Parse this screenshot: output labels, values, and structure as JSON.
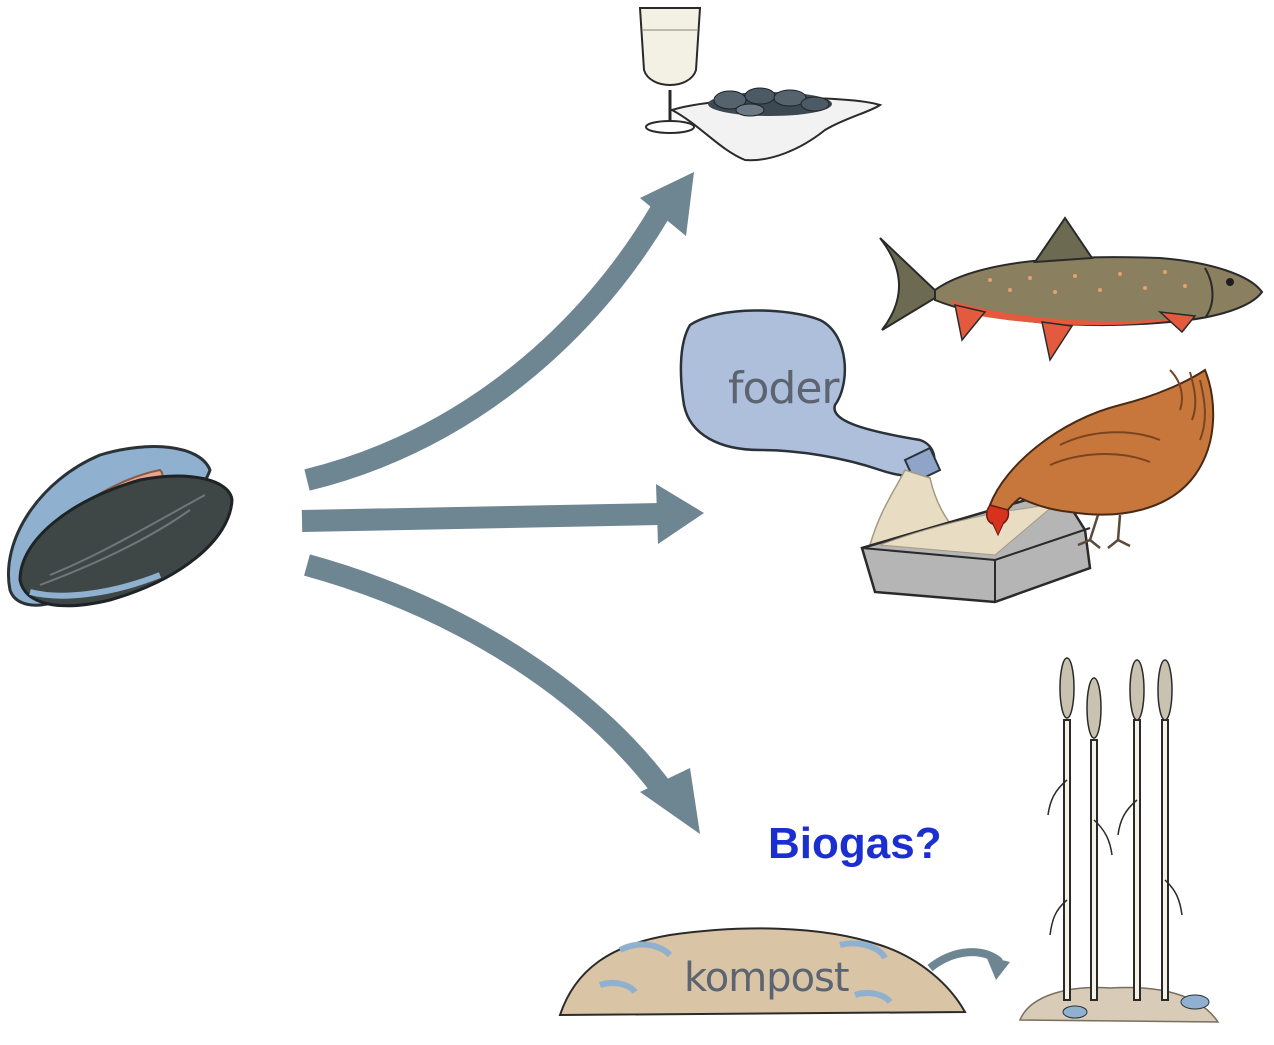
{
  "labels": {
    "feed": "foder",
    "compost": "kompost",
    "biogas": "Biogas?"
  },
  "colors": {
    "arrow": "#6e8592",
    "biogas_text": "#1b2fd1",
    "feed_bag": "#aebfdc",
    "compost_pile": "#d9c4a6",
    "fish_body": "#8a8060",
    "fish_belly": "#e45a3e",
    "hen": "#c7773c",
    "mussel_dark": "#3f4646",
    "mussel_blue": "#8fb1cf",
    "mussel_flesh": "#eba58d"
  },
  "icons": {
    "source": "mussel-icon",
    "food": "wine-glass-and-mussel-bowl-icon",
    "fish": "trout-icon",
    "feed": "feed-bag-icon",
    "hen": "hen-icon",
    "trough": "feed-trough-icon",
    "compost": "compost-pile-icon",
    "crop": "wheat-plants-icon"
  }
}
